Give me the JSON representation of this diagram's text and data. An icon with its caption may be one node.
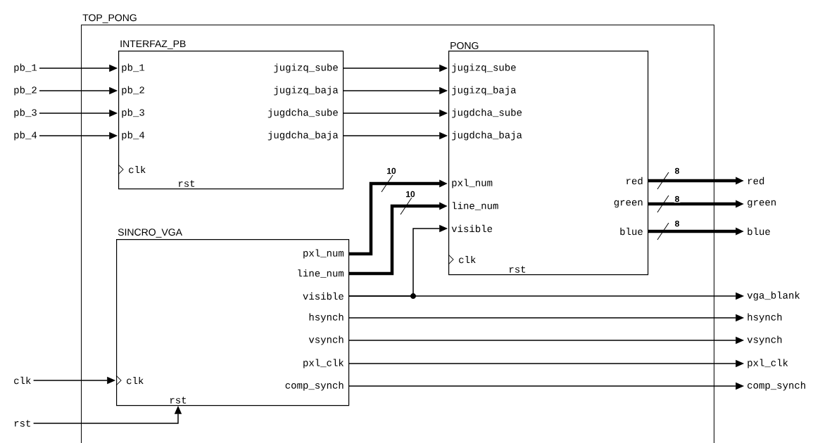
{
  "diagram": {
    "nodes": [
      {
        "text": [
          "TOP_PONG"
        ]
      },
      {
        "text": [
          "INTERFAZ_PB"
        ],
        "in": 0
      },
      {
        "text": [
          "pb_1"
        ],
        "in": 1
      },
      {
        "text": [
          "pb_2"
        ],
        "in": 1
      },
      {
        "text": [
          "pb_3"
        ],
        "in": 1
      },
      {
        "text": [
          "pb_4"
        ],
        "in": 1
      },
      {
        "text": [
          "clk"
        ],
        "in": 1
      },
      {
        "text": [
          "rst"
        ],
        "in": 1
      },
      {
        "text": [
          "jugizq_sube"
        ],
        "in": 1
      },
      {
        "text": [
          "jugizq_baja"
        ],
        "in": 1
      },
      {
        "text": [
          "jugdcha_sube"
        ],
        "in": 1
      },
      {
        "text": [
          "jugdcha_baja"
        ],
        "in": 1
      },
      {
        "text": [
          "PONG"
        ],
        "in": 0
      },
      {
        "text": [
          "jugizq_sube"
        ],
        "in": 12
      },
      {
        "text": [
          "jugizq_baja"
        ],
        "in": 12
      },
      {
        "text": [
          "jugdcha_sube"
        ],
        "in": 12
      },
      {
        "text": [
          "jugdcha_baja"
        ],
        "in": 12
      },
      {
        "text": [
          "pxl_num"
        ],
        "in": 12
      },
      {
        "text": [
          "line_num"
        ],
        "in": 12
      },
      {
        "text": [
          "visible"
        ],
        "in": 12
      },
      {
        "text": [
          "clk"
        ],
        "in": 12
      },
      {
        "text": [
          "rst"
        ],
        "in": 12
      },
      {
        "text": [
          "red"
        ],
        "in": 12
      },
      {
        "text": [
          "green"
        ],
        "in": 12
      },
      {
        "text": [
          "blue"
        ],
        "in": 12
      },
      {
        "text": [
          "SINCRO_VGA"
        ],
        "in": 0
      },
      {
        "text": [
          "clk"
        ],
        "in": 25
      },
      {
        "text": [
          "rst"
        ],
        "in": 25
      },
      {
        "text": [
          "pxl_num"
        ],
        "in": 25
      },
      {
        "text": [
          "line_num"
        ],
        "in": 25
      },
      {
        "text": [
          "visible"
        ],
        "in": 25
      },
      {
        "text": [
          "hsynch"
        ],
        "in": 25
      },
      {
        "text": [
          "vsynch"
        ],
        "in": 25
      },
      {
        "text": [
          "pxl_clk"
        ],
        "in": 25
      },
      {
        "text": [
          "comp_synch"
        ],
        "in": 25
      },
      {
        "text": [
          "pb_1"
        ]
      },
      {
        "text": [
          "pb_2"
        ]
      },
      {
        "text": [
          "pb_3"
        ]
      },
      {
        "text": [
          "pb_4"
        ]
      },
      {
        "text": [
          "clk"
        ]
      },
      {
        "text": [
          "rst"
        ]
      },
      {
        "text": [
          "red"
        ]
      },
      {
        "text": [
          "green"
        ]
      },
      {
        "text": [
          "blue"
        ]
      },
      {
        "text": [
          "vga_blank"
        ]
      },
      {
        "text": [
          "hsynch"
        ]
      },
      {
        "text": [
          "vsynch"
        ]
      },
      {
        "text": [
          "pxl_clk"
        ]
      },
      {
        "text": [
          "comp_synch"
        ]
      }
    ],
    "edges": [
      {
        "from": 35,
        "to": 2,
        "arrow": "to"
      },
      {
        "from": 36,
        "to": 3,
        "arrow": "to"
      },
      {
        "from": 37,
        "to": 4,
        "arrow": "to"
      },
      {
        "from": 38,
        "to": 5,
        "arrow": "to"
      },
      {
        "from": 8,
        "to": 13,
        "arrow": "to"
      },
      {
        "from": 9,
        "to": 14,
        "arrow": "to"
      },
      {
        "from": 10,
        "to": 15,
        "arrow": "to"
      },
      {
        "from": 11,
        "to": 16,
        "arrow": "to"
      },
      {
        "from": 28,
        "to": 17,
        "arrow": "to",
        "style": "thick",
        "label": "10"
      },
      {
        "from": 29,
        "to": 18,
        "arrow": "to",
        "style": "thick",
        "label": "10"
      },
      {
        "from": 30,
        "to": 19,
        "arrow": "to"
      },
      {
        "from": 30,
        "to": 44,
        "arrow": "to"
      },
      {
        "from": 31,
        "to": 45,
        "arrow": "to"
      },
      {
        "from": 32,
        "to": 46,
        "arrow": "to"
      },
      {
        "from": 33,
        "to": 47,
        "arrow": "to"
      },
      {
        "from": 34,
        "to": 48,
        "arrow": "to"
      },
      {
        "from": 22,
        "to": 41,
        "arrow": "to",
        "style": "thick",
        "label": "8"
      },
      {
        "from": 23,
        "to": 42,
        "arrow": "to",
        "style": "thick",
        "label": "8"
      },
      {
        "from": 24,
        "to": 43,
        "arrow": "to",
        "style": "thick",
        "label": "8"
      },
      {
        "from": 39,
        "to": 26,
        "arrow": "to"
      },
      {
        "from": 40,
        "to": 27,
        "arrow": "to"
      }
    ]
  }
}
